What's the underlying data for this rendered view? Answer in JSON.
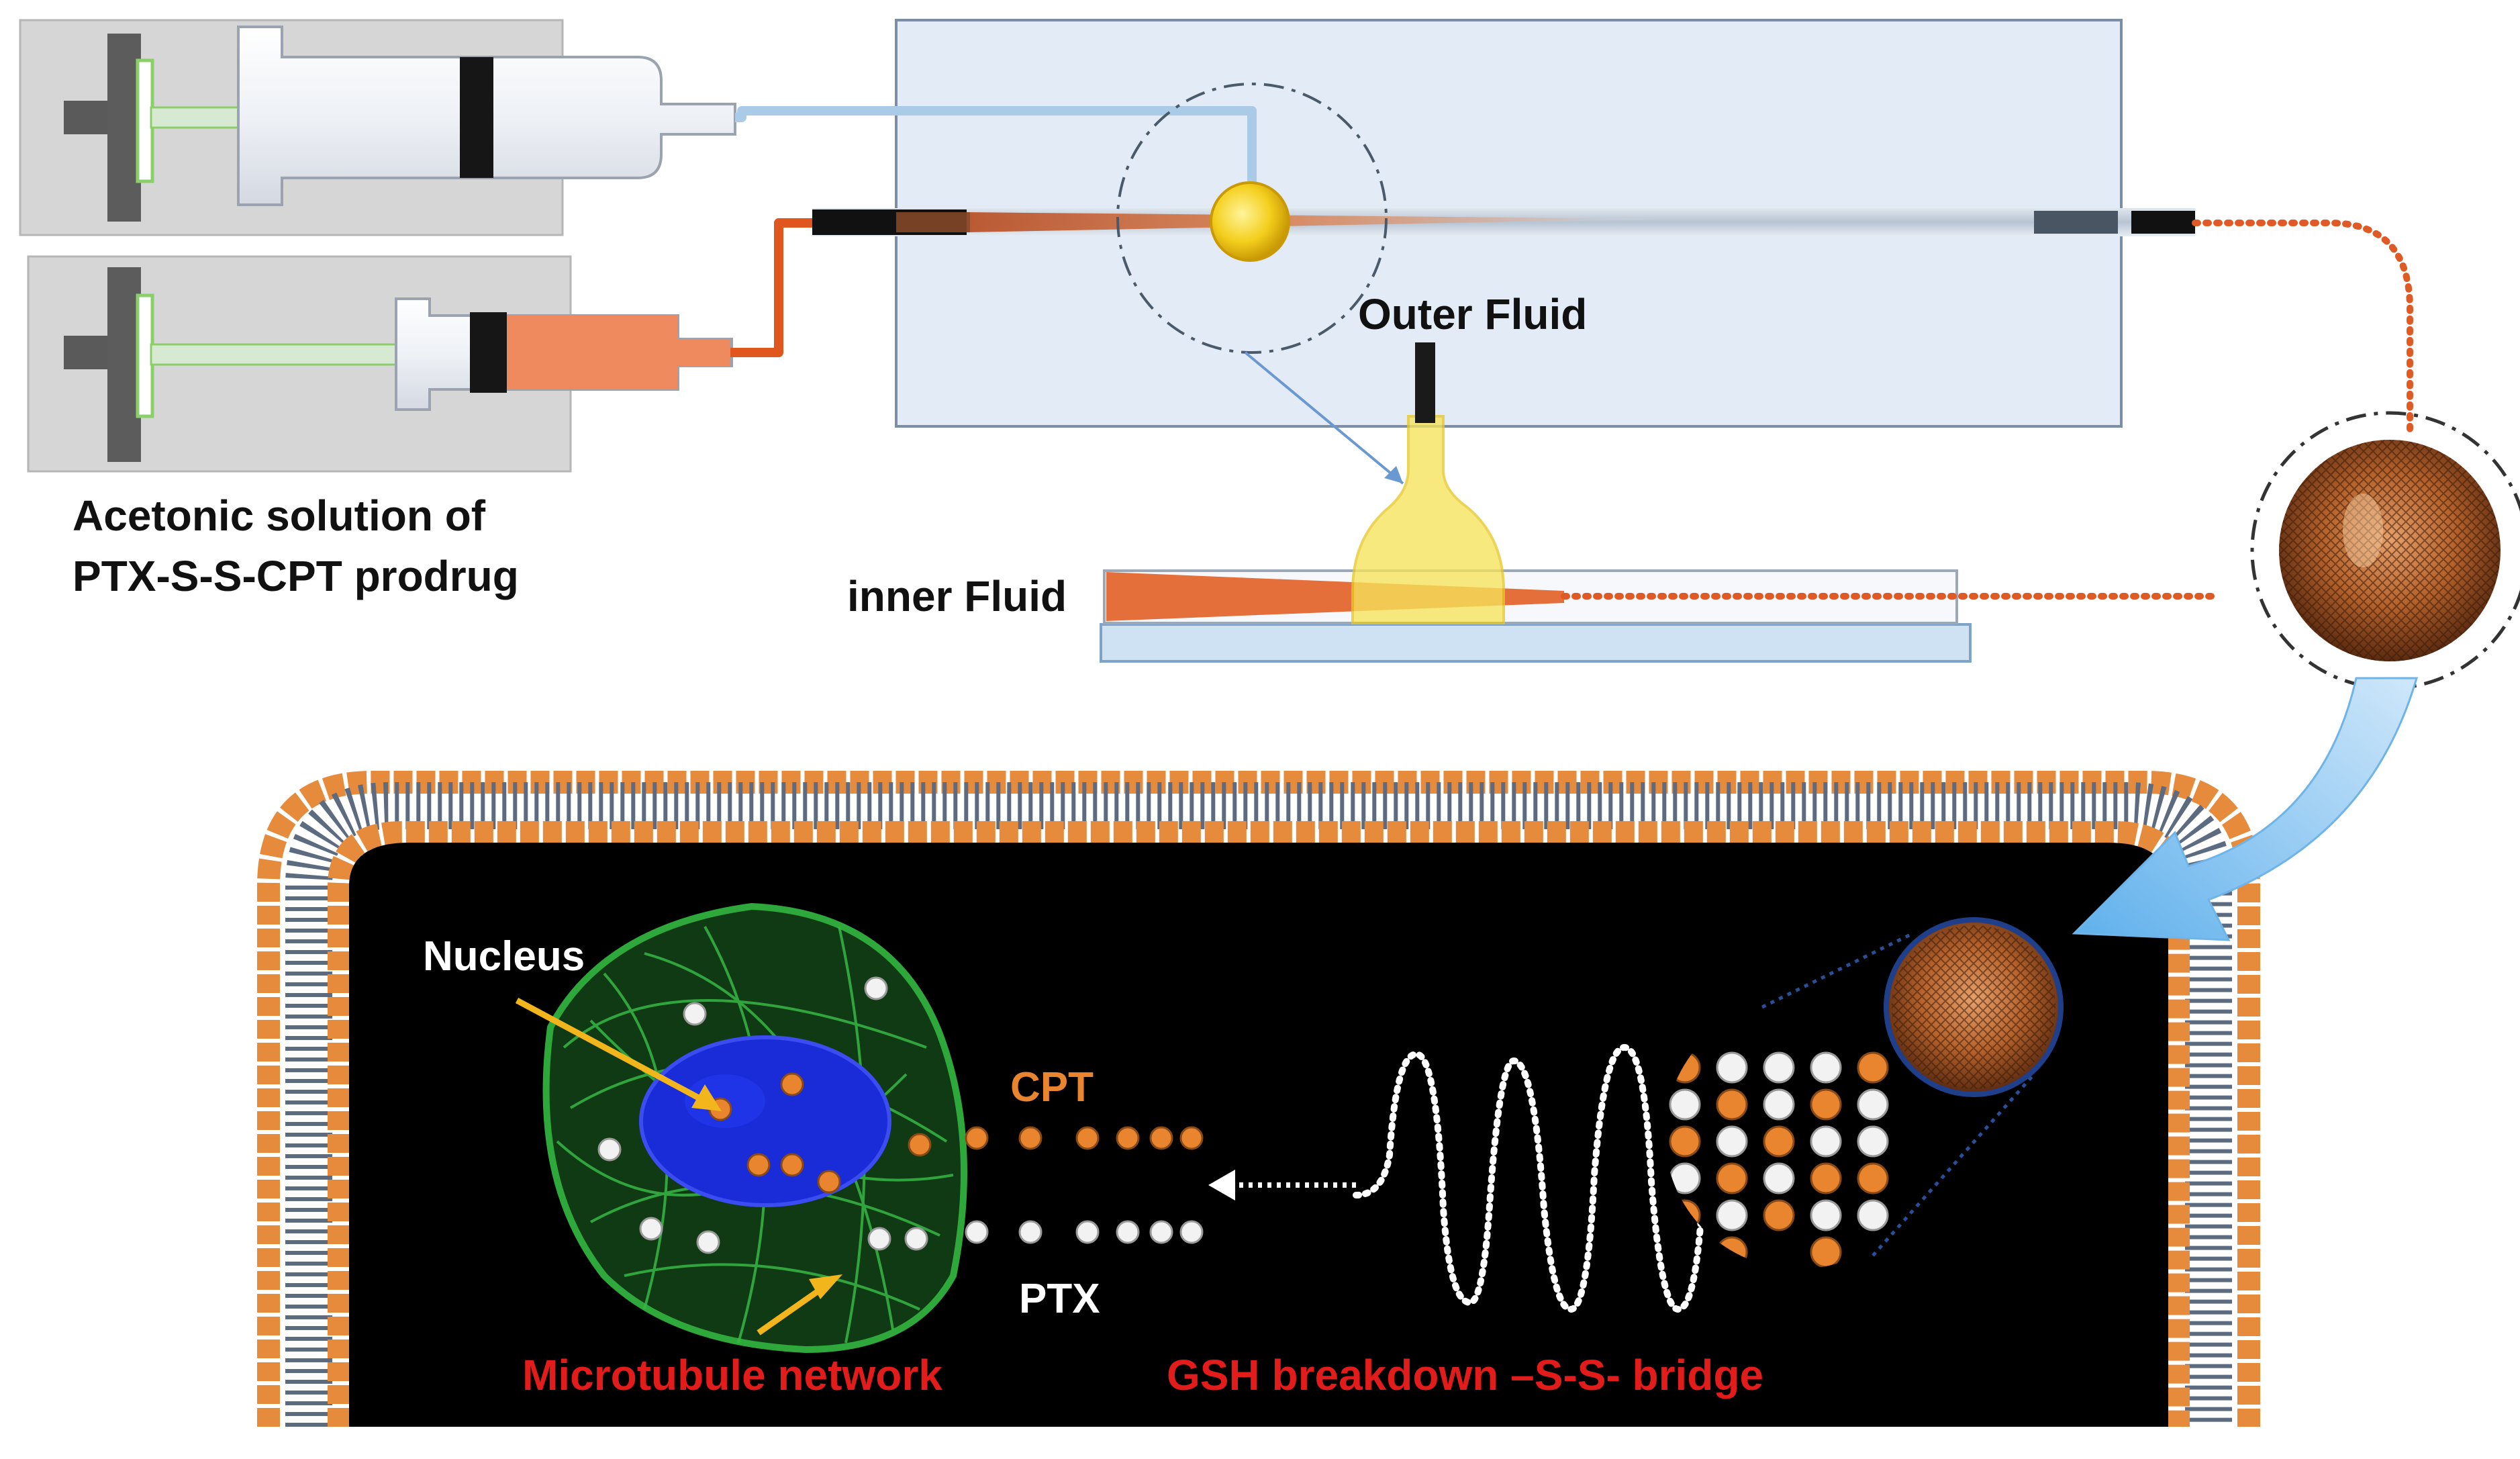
{
  "labels": {
    "syringe_caption_line1": "Acetonic solution of",
    "syringe_caption_line2": "PTX-S-S-CPT prodrug",
    "outer_fluid": "Outer Fluid",
    "inner_fluid": "inner Fluid",
    "nucleus": "Nucleus",
    "cpt": "CPT",
    "ptx": "PTX",
    "microtubule_network": "Microtubule network",
    "gsh_breakdown": "GSH breakdown –S-S- bridge"
  },
  "colors": {
    "outer_fluid_line": "#a9cbe8",
    "inner_fluid_line": "#e0561f",
    "prodrug_orange": "#ef8a5e",
    "cpt_orange": "#e9852f",
    "chip_fill": "#e3ebf6",
    "cell_background": "#000000",
    "membrane_head": "#e68a3c",
    "highlight_red": "#e21b1b",
    "nucleus_blue": "#1a2bd8",
    "microtubule_green": "#2ea83a",
    "pointer_yellow": "#f2b51c",
    "arrow_blue": "#8ac4ef"
  },
  "icons": {
    "syringe": "syringe-icon",
    "droplet": "droplet-icon",
    "nanoparticle": "nanoparticle-icon",
    "cell": "cell-icon",
    "signal": "signal-wave-icon"
  }
}
